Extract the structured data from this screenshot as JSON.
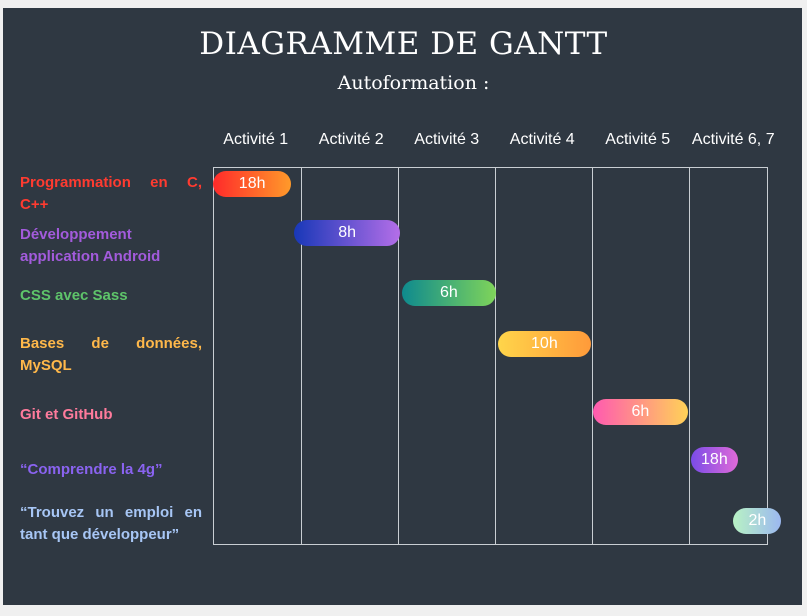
{
  "title": "DIAGRAMME DE GANTT",
  "subtitle": "Autoformation :",
  "chart_data": {
    "type": "gantt",
    "title": "DIAGRAMME DE GANTT",
    "subtitle": "Autoformation :",
    "columns": [
      "Activité 1",
      "Activité 2",
      "Activité 3",
      "Activité 4",
      "Activité 5",
      "Activité 6, 7"
    ],
    "tasks": [
      {
        "name": "Programmation en C, C++",
        "duration": "18h",
        "start_col": 0.0,
        "end_col": 0.82,
        "color": "#ff3b30",
        "gradient": [
          "#ff2a2a",
          "#ff9a2a"
        ]
      },
      {
        "name": "Développement application Android",
        "duration": "8h",
        "start_col": 0.85,
        "end_col": 1.96,
        "color": "#a35bdc",
        "gradient": [
          "#1838b8",
          "#b46ee8"
        ]
      },
      {
        "name": "CSS avec Sass",
        "duration": "6h",
        "start_col": 1.98,
        "end_col": 2.96,
        "color": "#5ec46a",
        "gradient": [
          "#0e8a8e",
          "#7fd45a"
        ]
      },
      {
        "name": "Bases de données, MySQL",
        "duration": "10h",
        "start_col": 2.98,
        "end_col": 3.96,
        "color": "#ffb84a",
        "gradient": [
          "#ffd54a",
          "#ff9a3a"
        ]
      },
      {
        "name": "Git et GitHub",
        "duration": "6h",
        "start_col": 3.98,
        "end_col": 4.97,
        "color": "#ff7b9c",
        "gradient": [
          "#ff5ab0",
          "#ffd257"
        ]
      },
      {
        "name": "“Comprendre la 4g”",
        "duration": "18h",
        "start_col": 5.0,
        "end_col": 5.5,
        "color": "#8a63f0",
        "gradient": [
          "#7a4ce8",
          "#e06ad8"
        ]
      },
      {
        "name": "“Trouvez un emploi en tant que développeur”",
        "duration": "2h",
        "start_col": 5.45,
        "end_col": 5.95,
        "color": "#a7c6f5",
        "gradient": [
          "#b8f2c4",
          "#9cb8f0"
        ]
      }
    ]
  }
}
